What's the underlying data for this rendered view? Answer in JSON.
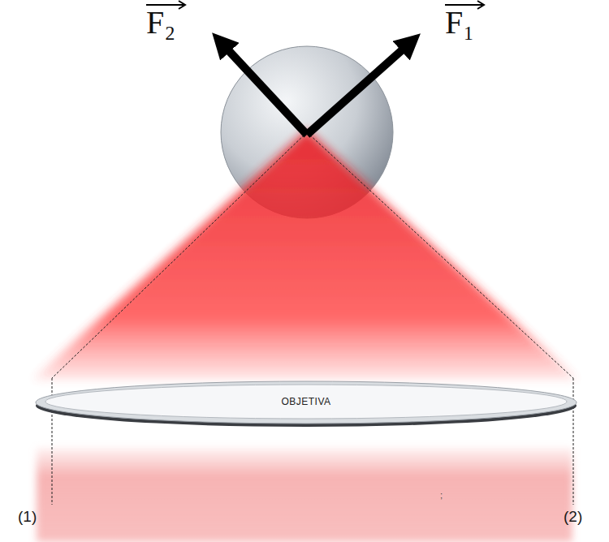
{
  "diagram": {
    "nodes": [
      {
        "text": [
          "OBJETIVA"
        ]
      }
    ],
    "labels": [
      "F₂",
      "F₁",
      "(1)",
      "(2)",
      ";"
    ]
  }
}
